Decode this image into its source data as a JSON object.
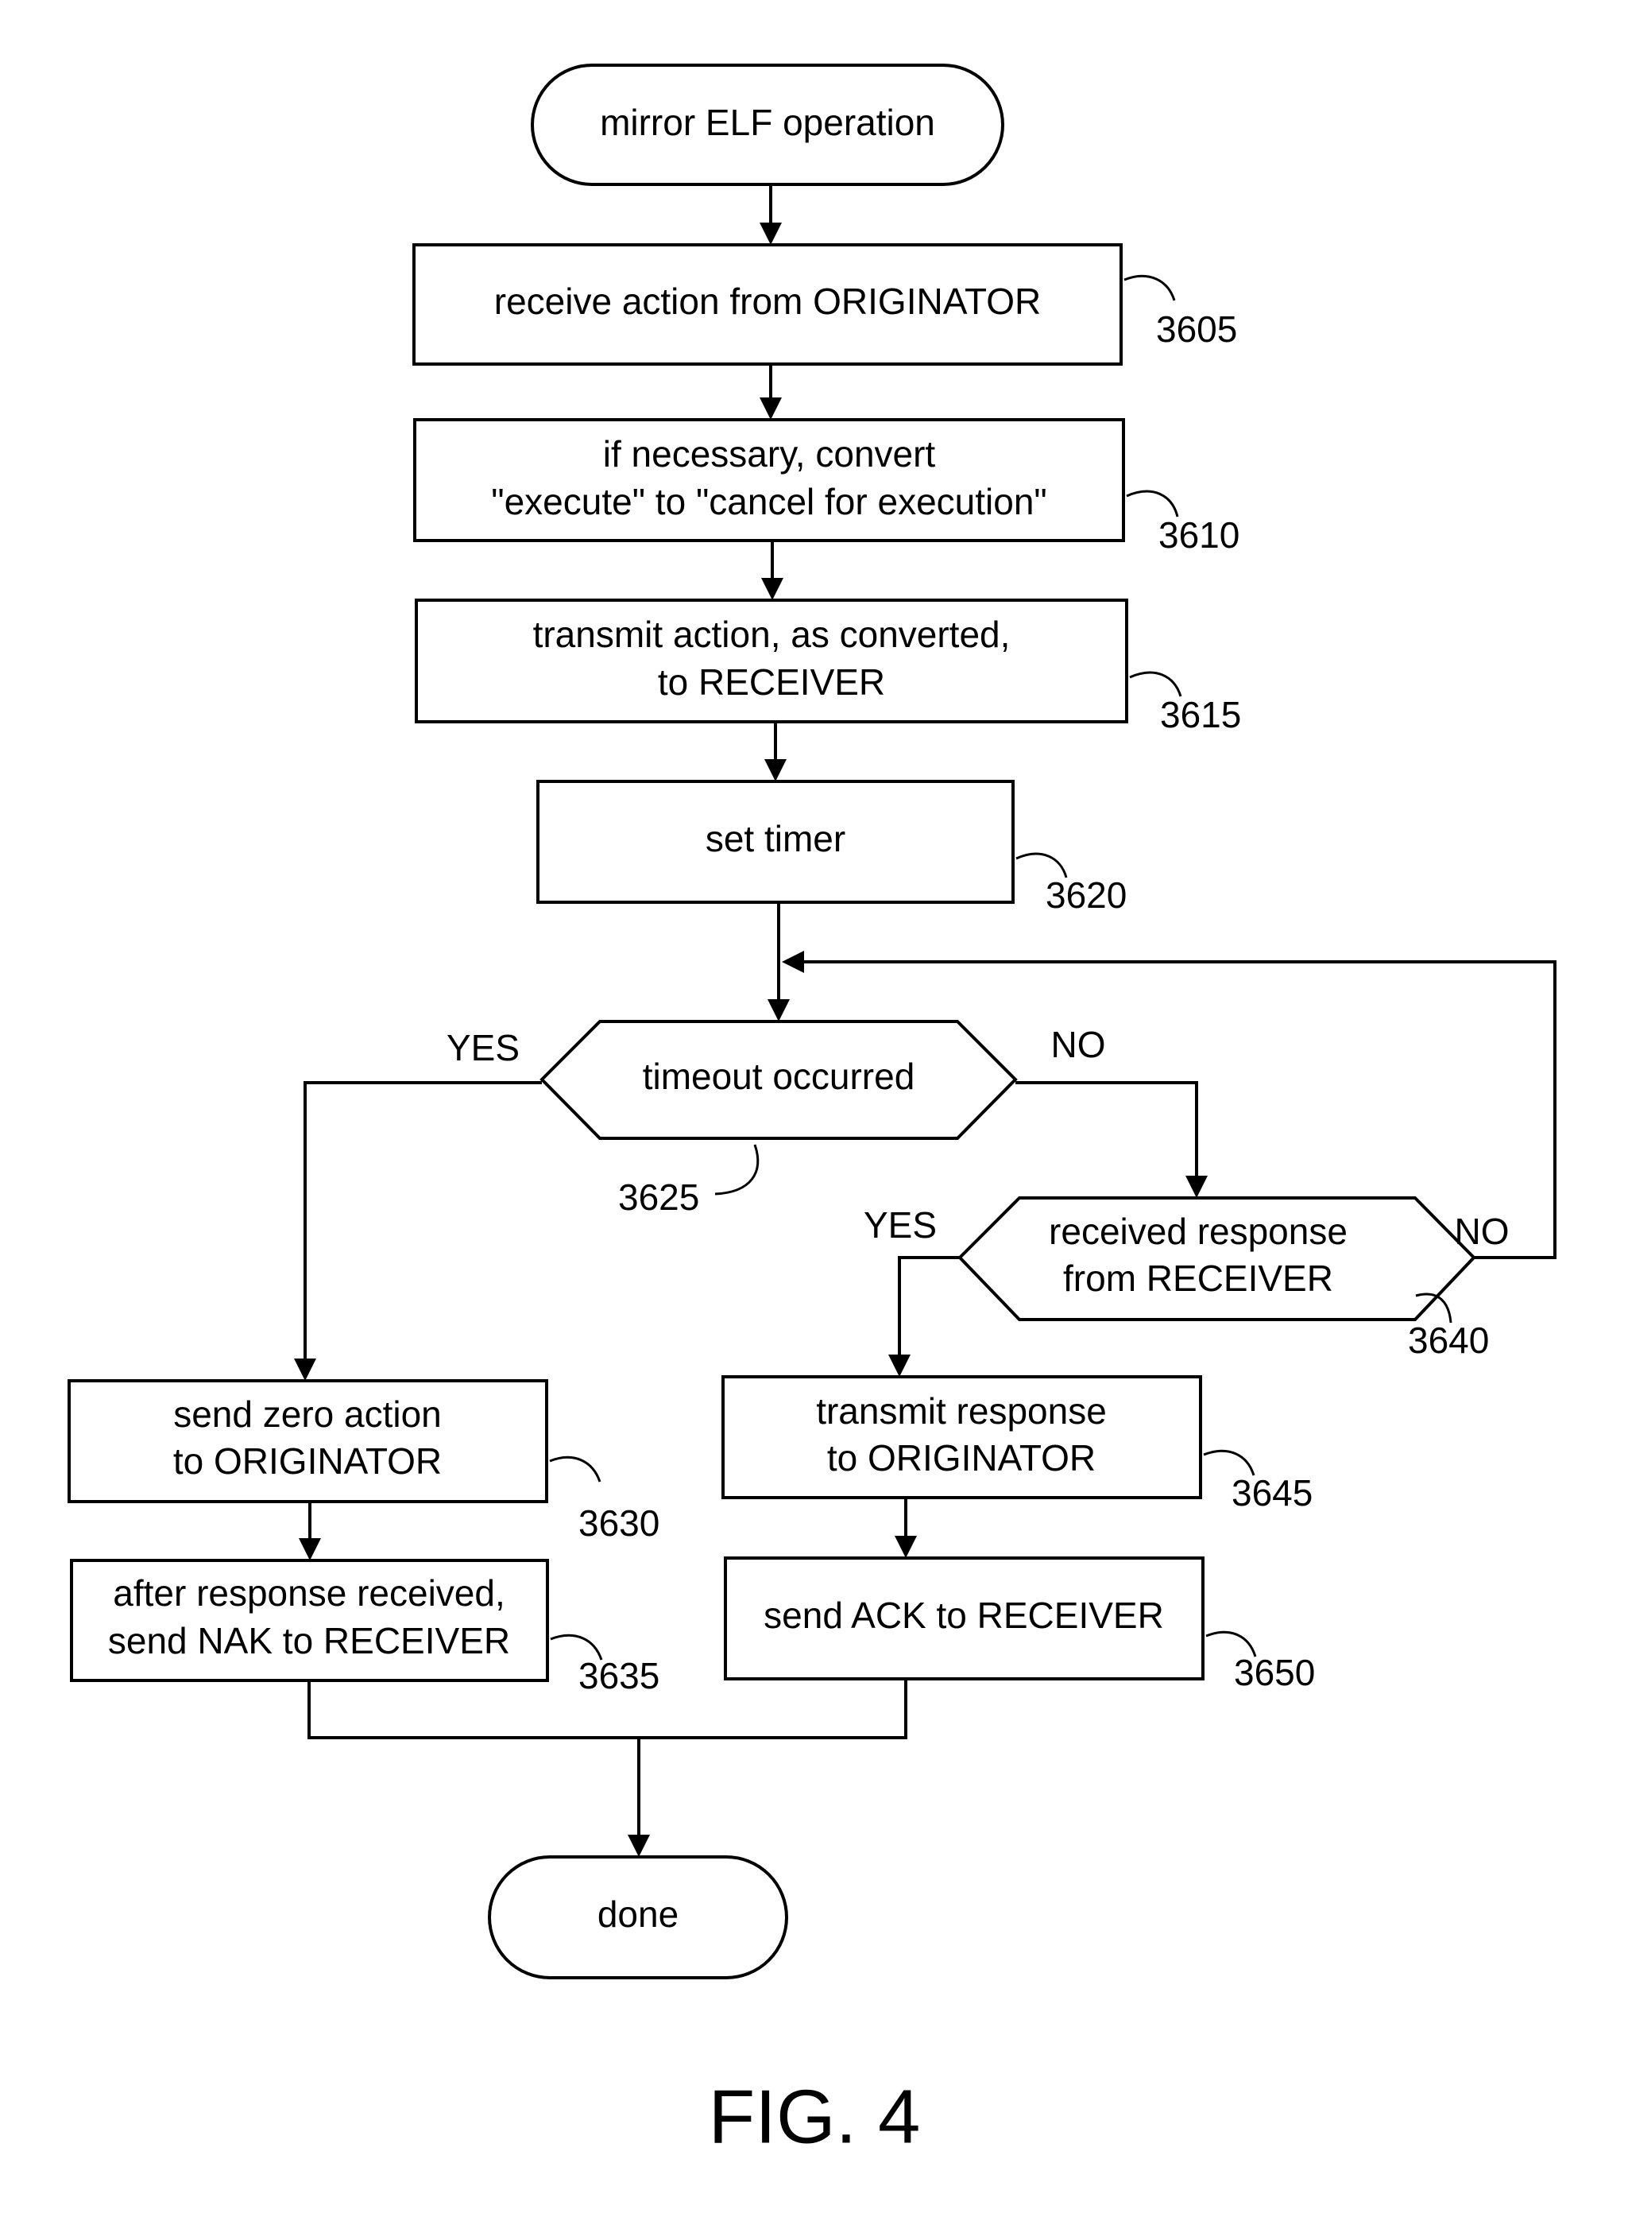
{
  "start": {
    "label": "mirror ELF operation"
  },
  "steps": {
    "s3605": {
      "lines": [
        "receive action from ORIGINATOR"
      ],
      "ref": "3605"
    },
    "s3610": {
      "lines": [
        "if necessary, convert",
        "\"execute\" to \"cancel for execution\""
      ],
      "ref": "3610"
    },
    "s3615": {
      "lines": [
        "transmit action, as converted,",
        "to RECEIVER"
      ],
      "ref": "3615"
    },
    "s3620": {
      "lines": [
        "set timer"
      ],
      "ref": "3620"
    },
    "s3630": {
      "lines": [
        "send zero action",
        "to ORIGINATOR"
      ],
      "ref": "3630"
    },
    "s3635": {
      "lines": [
        "after response received,",
        "send NAK to RECEIVER"
      ],
      "ref": "3635"
    },
    "s3645": {
      "lines": [
        "transmit response",
        "to ORIGINATOR"
      ],
      "ref": "3645"
    },
    "s3650": {
      "lines": [
        "send ACK to RECEIVER"
      ],
      "ref": "3650"
    }
  },
  "decisions": {
    "d3625": {
      "lines": [
        "timeout occurred"
      ],
      "ref": "3625",
      "yes": "YES",
      "no": "NO"
    },
    "d3640": {
      "lines": [
        "received response",
        "from RECEIVER"
      ],
      "ref": "3640",
      "yes": "YES",
      "no": "NO"
    }
  },
  "end": {
    "label": "done"
  },
  "figure_label": "FIG. 4"
}
